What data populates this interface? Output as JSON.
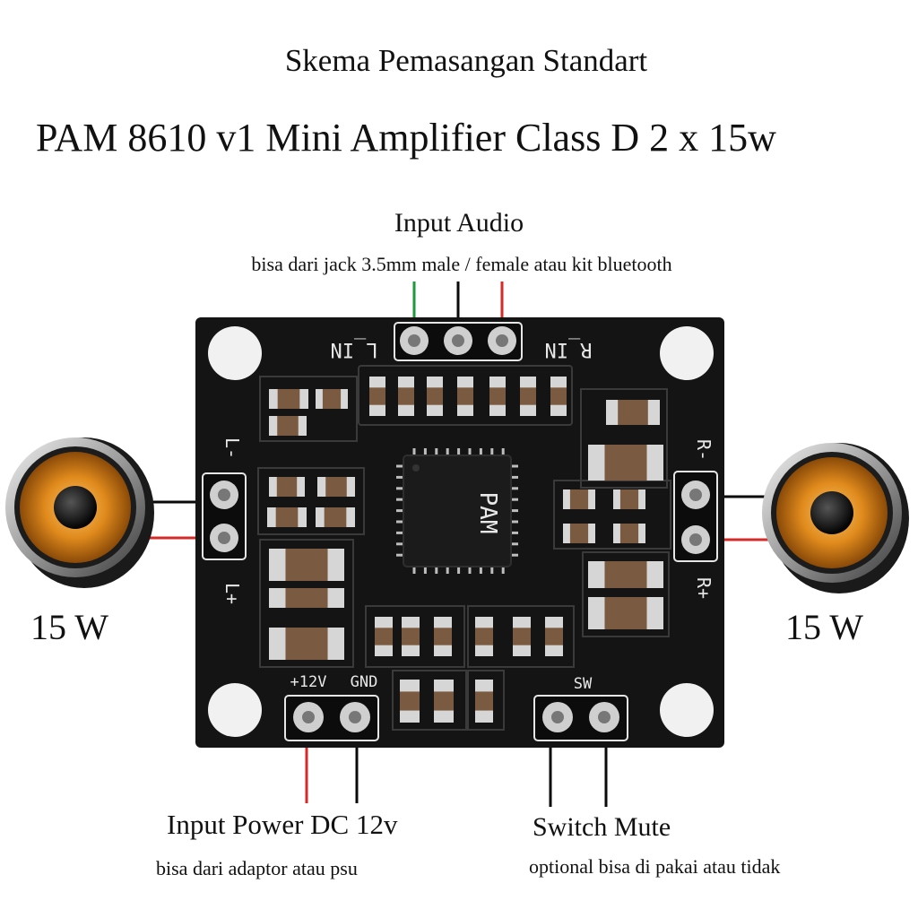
{
  "title": "Skema Pemasangan Standart",
  "subtitle": "PAM 8610 v1 Mini Amplifier Class D 2 x 15w",
  "input_audio": {
    "label": "Input Audio",
    "note": "bisa dari jack 3.5mm male / female atau kit bluetooth"
  },
  "speakers": {
    "left_watt": "15 W",
    "right_watt": "15 W"
  },
  "power": {
    "label": "Input Power DC 12v",
    "note": "bisa dari adaptor atau psu"
  },
  "switch": {
    "label": "Switch Mute",
    "note": "optional bisa di pakai atau tidak"
  },
  "board_silkscreen": {
    "l_in": "L_IN",
    "r_in": "R_IN",
    "l_minus": "L-",
    "l_plus": "L+",
    "r_minus": "R-",
    "r_plus": "R+",
    "v12": "+12V",
    "gnd": "GND",
    "sw": "SW",
    "chip_logo": "PAM"
  },
  "colors": {
    "board": "#141414",
    "wire_red": "#d42a2a",
    "wire_black": "#0a0a0a",
    "wire_green": "#1e9a3c",
    "speaker_cone": "#e08a1c"
  }
}
